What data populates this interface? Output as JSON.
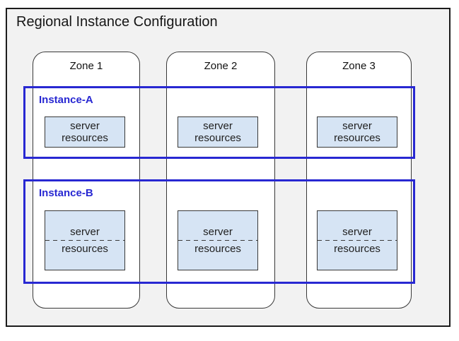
{
  "diagram": {
    "title": "Regional Instance Configuration",
    "zones": [
      {
        "label": "Zone 1"
      },
      {
        "label": "Zone 2"
      },
      {
        "label": "Zone 3"
      }
    ],
    "instances": [
      {
        "label": "Instance-A",
        "server_boxes": [
          {
            "line1": "server",
            "line2": "resources",
            "divided": false
          },
          {
            "line1": "server",
            "line2": "resources",
            "divided": false
          },
          {
            "line1": "server",
            "line2": "resources",
            "divided": false
          }
        ]
      },
      {
        "label": "Instance-B",
        "server_boxes": [
          {
            "line1": "server",
            "line2": "resources",
            "divided": true
          },
          {
            "line1": "server",
            "line2": "resources",
            "divided": true
          },
          {
            "line1": "server",
            "line2": "resources",
            "divided": true
          }
        ]
      }
    ],
    "colors": {
      "instance_accent": "#2828d2",
      "server_box_fill": "#d6e4f4",
      "frame_fill": "#f2f2f2",
      "outline": "#1c1c1c"
    }
  }
}
